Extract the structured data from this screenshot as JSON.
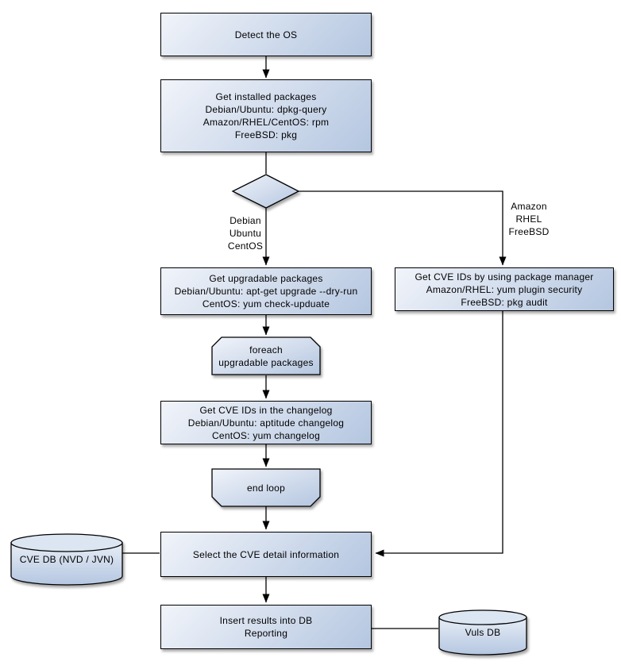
{
  "colors": {
    "node_fill_top": "#f1f4fa",
    "node_fill_bottom": "#b4c6e0",
    "cylinder_body_top": "#e7edf6",
    "cylinder_top_fill": "#dbe6f2",
    "border": "#000000",
    "line": "#000000",
    "text": "#000000",
    "background": "#ffffff"
  },
  "nodes": {
    "detect_os": {
      "lines": [
        "Detect the OS"
      ]
    },
    "get_installed_packages": {
      "lines": [
        "Get installed packages",
        "Debian/Ubuntu: dpkg-query",
        "Amazon/RHEL/CentOS: rpm",
        "FreeBSD: pkg"
      ]
    },
    "get_upgradable_packages": {
      "lines": [
        "Get upgradable packages",
        "Debian/Ubuntu: apt-get upgrade --dry-run",
        "CentOS: yum check-upduate"
      ]
    },
    "get_cve_ids_package_manager": {
      "lines": [
        "Get CVE IDs by using package manager",
        "Amazon/RHEL: yum plugin security",
        "FreeBSD: pkg audit"
      ]
    },
    "foreach_loop": {
      "lines": [
        "foreach",
        "upgradable packages"
      ]
    },
    "get_cve_ids_changelog": {
      "lines": [
        "Get CVE IDs in the changelog",
        "Debian/Ubuntu: aptitude changelog",
        "CentOS: yum changelog"
      ]
    },
    "end_loop": {
      "lines": [
        "end loop"
      ]
    },
    "select_cve_detail": {
      "lines": [
        "Select the CVE detail information"
      ]
    },
    "insert_results": {
      "lines": [
        "Insert results into DB",
        "Reporting"
      ]
    },
    "cve_db": {
      "label": "CVE DB (NVD / JVN)"
    },
    "vuls_db": {
      "label": "Vuls DB"
    }
  },
  "edge_labels": {
    "left_branch": [
      "Debian",
      "Ubuntu",
      "CentOS"
    ],
    "right_branch": [
      "Amazon",
      "RHEL",
      "FreeBSD"
    ]
  }
}
